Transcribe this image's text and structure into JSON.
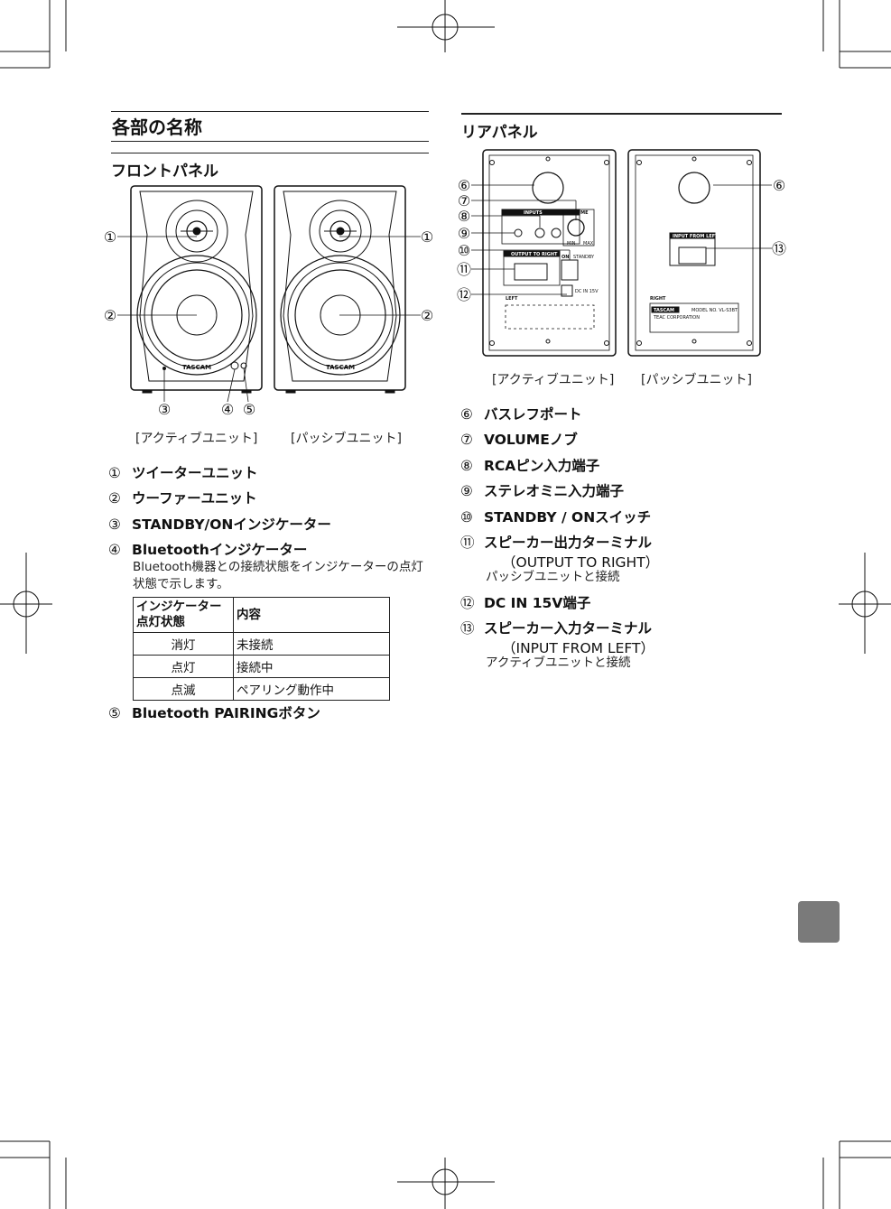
{
  "section_title": "各部の名称",
  "front": {
    "title": "フロントパネル",
    "captions": {
      "active": "[アクティブユニット]",
      "passive": "[パッシブユニット]"
    },
    "brand": "TASCAM",
    "items": [
      {
        "num": "①",
        "label": "ツイーターユニット"
      },
      {
        "num": "②",
        "label": "ウーファーユニット"
      },
      {
        "num": "③",
        "label": "STANDBY/ONインジケーター"
      },
      {
        "num": "④",
        "label": "Bluetoothインジケーター"
      },
      {
        "num": "⑤",
        "label": "Bluetooth PAIRINGボタン"
      }
    ],
    "bluetooth_desc": "Bluetooth機器との接続状態をインジケーターの点灯状態で示します。",
    "table": {
      "header": [
        "インジケーター点灯状態",
        "内容"
      ],
      "rows": [
        [
          "消灯",
          "未接続"
        ],
        [
          "点灯",
          "接続中"
        ],
        [
          "点滅",
          "ペアリング動作中"
        ]
      ]
    }
  },
  "rear": {
    "title": "リアパネル",
    "captions": {
      "active": "[アクティブユニット]",
      "passive": "[パッシブユニット]"
    },
    "panel_labels": {
      "inputs": "INPUTS",
      "volume": "VOLUME",
      "output": "OUTPUT TO RIGHT",
      "input_from_left": "INPUT FROM LEFT",
      "on": "ON",
      "standby": "STANDBY",
      "left": "LEFT",
      "right": "RIGHT",
      "min": "MIN",
      "max": "MAX",
      "dc": "DC IN 15V",
      "brand": "TASCAM",
      "corp": "TEAC CORPORATION",
      "model": "MODEL NO. VL-S3BT"
    },
    "items": [
      {
        "num": "⑥",
        "label": "バスレフポート"
      },
      {
        "num": "⑦",
        "label": "VOLUMEノブ"
      },
      {
        "num": "⑧",
        "label": "RCAピン入力端子"
      },
      {
        "num": "⑨",
        "label": "ステレオミニ入力端子"
      },
      {
        "num": "⑩",
        "label": "STANDBY / ONスイッチ"
      },
      {
        "num": "⑪",
        "label": "スピーカー出力ターミナル",
        "sub": "（OUTPUT TO RIGHT）",
        "desc": "パッシブユニットと接続"
      },
      {
        "num": "⑫",
        "label": "DC IN 15V端子"
      },
      {
        "num": "⑬",
        "label": "スピーカー入力ターミナル",
        "sub": "（INPUT FROM LEFT）",
        "desc": "アクティブユニットと接続"
      }
    ]
  },
  "callouts": {
    "n1": "①",
    "n2": "②",
    "n3": "③",
    "n4": "④",
    "n5": "⑤",
    "n6": "⑥",
    "n7": "⑦",
    "n8": "⑧",
    "n9": "⑨",
    "n10": "⑩",
    "n11": "⑪",
    "n12": "⑫",
    "n13": "⑬"
  }
}
